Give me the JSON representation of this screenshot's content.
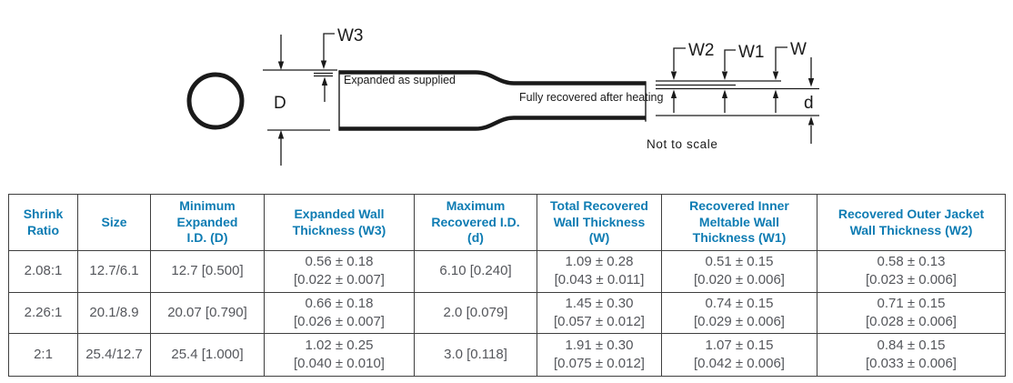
{
  "diagram": {
    "labels": {
      "w3": "W3",
      "expanded_id": "D",
      "w2": "W2",
      "w1": "W1",
      "w": "W",
      "recovered_id": "d"
    },
    "expanded_caption": "Expanded as supplied",
    "recovered_caption": "Fully recovered after heating",
    "note": "Not to scale"
  },
  "colors": {
    "header_text": "#0e7cb3",
    "body_text": "#54565b",
    "table_border": "#3f3f3f",
    "drawing_line": "#1a1a1a",
    "note_text": "#5b5d62"
  },
  "table": {
    "headers": [
      [
        "Shrink",
        "Ratio"
      ],
      [
        "Size"
      ],
      [
        "Minimum",
        "Expanded",
        "I.D. (D)"
      ],
      [
        "Expanded Wall",
        "Thickness (W3)"
      ],
      [
        "Maximum",
        "Recovered I.D.",
        "(d)"
      ],
      [
        "Total Recovered",
        "Wall Thickness",
        "(W)"
      ],
      [
        "Recovered Inner",
        "Meltable Wall",
        "Thickness (W1)"
      ],
      [
        "Recovered Outer Jacket",
        "Wall Thickness (W2)"
      ]
    ],
    "rows": [
      {
        "cells": [
          [
            "2.08:1"
          ],
          [
            "12.7/6.1"
          ],
          [
            "12.7 [0.500]"
          ],
          [
            "0.56 ± 0.18",
            "[0.022 ± 0.007]"
          ],
          [
            "6.10 [0.240]"
          ],
          [
            "1.09 ± 0.28",
            "[0.043 ± 0.011]"
          ],
          [
            "0.51 ± 0.15",
            "[0.020 ± 0.006]"
          ],
          [
            "0.58 ± 0.13",
            "[0.023 ± 0.006]"
          ]
        ]
      },
      {
        "cells": [
          [
            "2.26:1"
          ],
          [
            "20.1/8.9"
          ],
          [
            "20.07 [0.790]"
          ],
          [
            "0.66 ± 0.18",
            "[0.026 ± 0.007]"
          ],
          [
            "2.0 [0.079]"
          ],
          [
            "1.45 ± 0.30",
            "[0.057 ± 0.012]"
          ],
          [
            "0.74 ± 0.15",
            "[0.029 ± 0.006]"
          ],
          [
            "0.71 ± 0.15",
            "[0.028 ± 0.006]"
          ]
        ]
      },
      {
        "cells": [
          [
            "2:1"
          ],
          [
            "25.4/12.7"
          ],
          [
            "25.4 [1.000]"
          ],
          [
            "1.02 ± 0.25",
            "[0.040 ± 0.010]"
          ],
          [
            "3.0 [0.118]"
          ],
          [
            "1.91 ± 0.30",
            "[0.075 ± 0.012]"
          ],
          [
            "1.07 ± 0.15",
            "[0.042 ± 0.006]"
          ],
          [
            "0.84 ± 0.15",
            "[0.033 ± 0.006]"
          ]
        ]
      }
    ]
  }
}
